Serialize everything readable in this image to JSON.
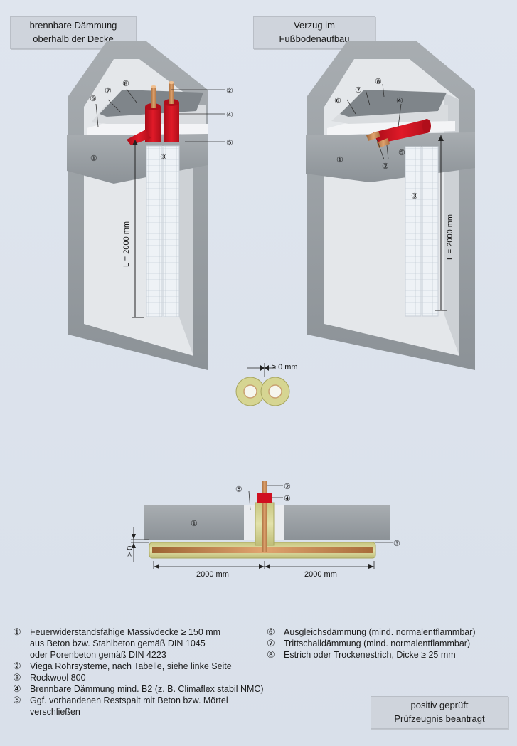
{
  "captions": {
    "left": [
      "brennbare Dämmung",
      "oberhalb der Decke"
    ],
    "right": [
      "Verzug im",
      "Fußbodenaufbau"
    ]
  },
  "markers": {
    "m1": "①",
    "m2": "②",
    "m3": "③",
    "m4": "④",
    "m5": "⑤",
    "m6": "⑥",
    "m7": "⑦",
    "m8": "⑧"
  },
  "dimensions": {
    "length_left": "L = 2000 mm",
    "length_right": "L = 2000 mm",
    "gap": "≥ 0 mm",
    "section_gap": "≥ 0",
    "span_left": "2000 mm",
    "span_right": "2000 mm"
  },
  "legend": {
    "left": [
      {
        "num": "①",
        "lines": [
          "Feuerwiderstandsfähige Massivdecke ≥ 150 mm",
          "aus Beton bzw. Stahlbeton gemäß DIN 1045",
          "oder Porenbeton gemäß DIN 4223"
        ]
      },
      {
        "num": "②",
        "lines": [
          "Viega Rohrsysteme, nach Tabelle, siehe linke Seite"
        ]
      },
      {
        "num": "③",
        "lines": [
          "Rockwool 800"
        ]
      },
      {
        "num": "④",
        "lines": [
          "Brennbare Dämmung mind. B2 (z. B. Climaflex stabil NMC)"
        ]
      },
      {
        "num": "⑤",
        "lines": [
          "Ggf. vorhandenen Restspalt mit Beton bzw. Mörtel",
          "verschließen"
        ]
      }
    ],
    "right": [
      {
        "num": "⑥",
        "lines": [
          "Ausgleichsdämmung (mind. normalentflammbar)"
        ]
      },
      {
        "num": "⑦",
        "lines": [
          "Trittschalldämmung (mind. normalentflammbar)"
        ]
      },
      {
        "num": "⑧",
        "lines": [
          "Estrich oder Trockenestrich, Dicke ≥ 25 mm"
        ]
      }
    ]
  },
  "status": [
    "positiv geprüft",
    "Prüfzeugnis beantragt"
  ],
  "colors": {
    "concrete": "#9aa0a4",
    "wall": "#e6e8eb",
    "red_insulation": "#d01020",
    "rockwool": "#eef2f6",
    "copper": "#c98a4e",
    "yellow_insulation": "#d8d79a"
  }
}
